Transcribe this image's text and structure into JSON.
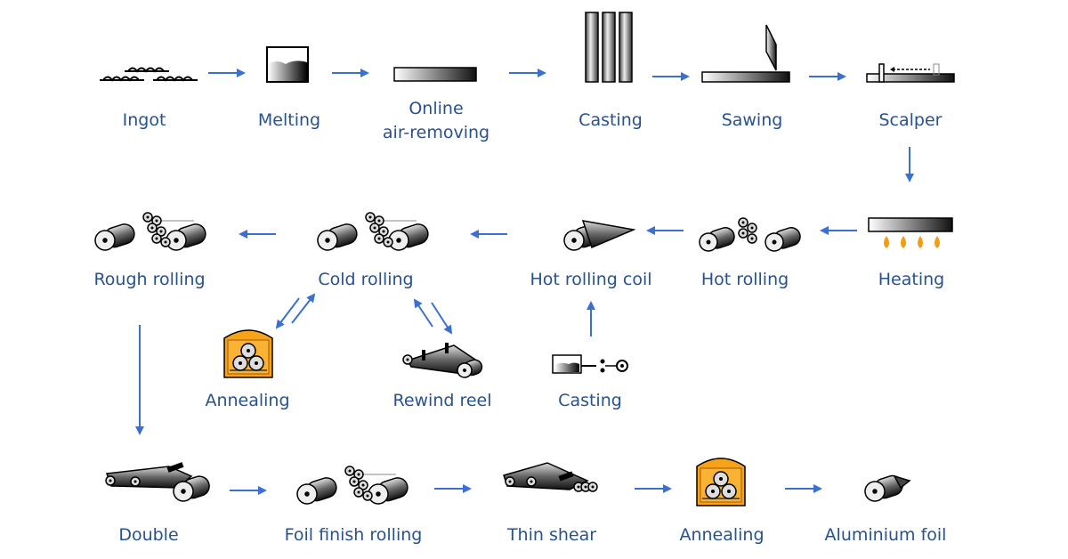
{
  "colors": {
    "label": "#27528f",
    "arrow": "#3a70d2",
    "furnace": "#f7a21b",
    "flame": "#f39c12"
  },
  "steps": {
    "ingot": "Ingot",
    "melting": "Melting",
    "online_1": "Online",
    "online_2": "air-removing",
    "casting_top": "Casting",
    "sawing": "Sawing",
    "scalper": "Scalper",
    "heating": "Heating",
    "hot_rolling": "Hot rolling",
    "hot_rolling_coil": "Hot rolling coil",
    "cold_rolling": "Cold rolling",
    "rough_rolling": "Rough rolling",
    "annealing_mid": "Annealing",
    "rewind_reel": "Rewind reel",
    "casting_mid": "Casting",
    "double": "Double",
    "foil_finish_rolling": "Foil finish rolling",
    "thin_shear": "Thin shear",
    "annealing_bottom": "Annealing",
    "aluminium_foil": "Aluminium foil"
  }
}
